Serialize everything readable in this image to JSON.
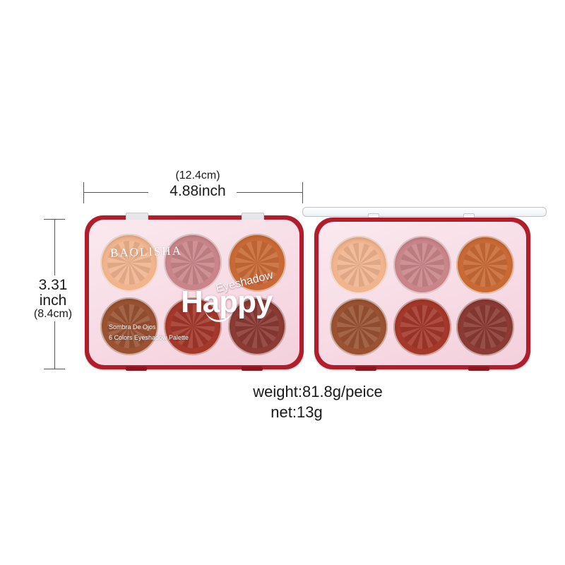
{
  "dimensions": {
    "width_cm": "(12.4cm)",
    "width_inch": "4.88inch",
    "height_value": "3.31",
    "height_unit": "inch",
    "height_cm": "(8.4cm)"
  },
  "info": {
    "weight": "weight:81.8g/peice",
    "net": "net:13g"
  },
  "lid": {
    "brand": "BAOLISHA",
    "subtitle": "Eyeshadow",
    "title": "Happy",
    "line1": "Sombra De Ojos",
    "line2": "6 Colors Eyeshadow Palette"
  },
  "colors": {
    "case": "#b01e2c",
    "shades": [
      "#f0b48f",
      "#c9858a",
      "#c96a36",
      "#9a5233",
      "#a4382a",
      "#8b3a34"
    ]
  }
}
